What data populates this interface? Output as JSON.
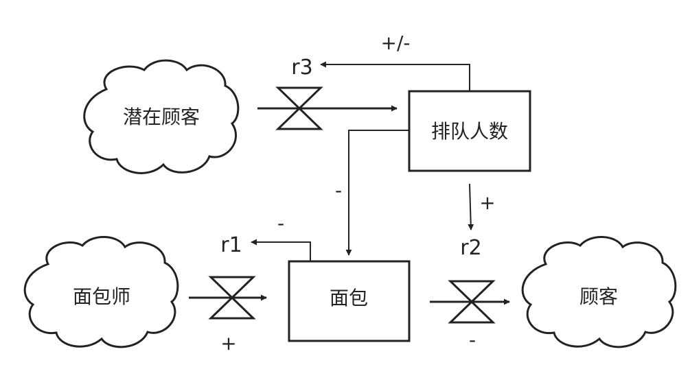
{
  "diagram": {
    "clouds": {
      "potential_customers": "潜在顾客",
      "baker": "面包师",
      "customers": "顾客"
    },
    "stocks": {
      "queue": "排队人数",
      "bread": "面包"
    },
    "rates": {
      "r1": "r1",
      "r2": "r2",
      "r3": "r3"
    },
    "signs": {
      "r3_link": "+/-",
      "queue_to_bread": "-",
      "queue_to_r2": "+",
      "bread_to_r1": "-",
      "r1_flow": "+",
      "r2_flow": "-"
    },
    "colors": {
      "line": "#222222",
      "background": "#ffffff"
    }
  }
}
